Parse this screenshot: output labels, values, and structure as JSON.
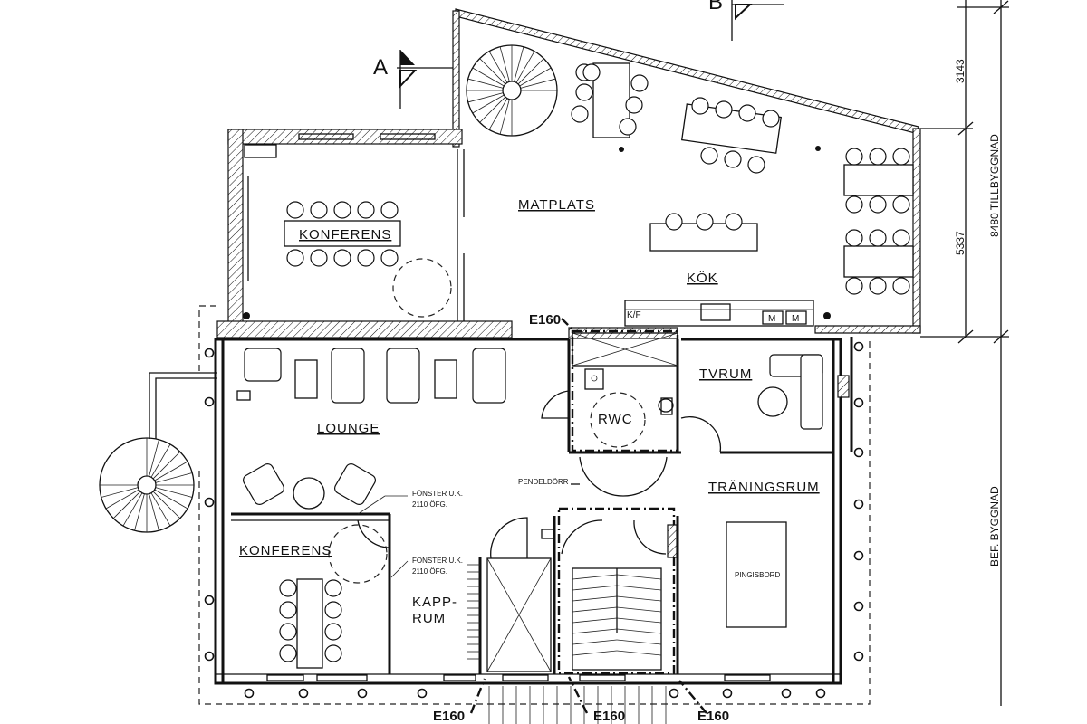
{
  "rooms": {
    "matplats": "MATPLATS",
    "konferens_top": "KONFERENS",
    "kok": "KÖK",
    "lounge": "LOUNGE",
    "rwc": "RWC",
    "tvrum": "TVRUM",
    "traningsrum": "TRÄNINGSRUM",
    "konferens_bottom": "KONFERENS",
    "kapp_line1": "KAPP-",
    "kapp_line2": "RUM",
    "pingisbord": "PINGISBORD"
  },
  "annotations": {
    "pendeldorr": "PENDELDÖRR",
    "fonster1_line1": "FÖNSTER U.K.",
    "fonster1_line2": "2110 ÖFG.",
    "fonster2_line1": "FÖNSTER U.K.",
    "fonster2_line2": "2110 ÖFG.",
    "kf": "K/F",
    "m1": "M",
    "m2": "M"
  },
  "fire_ratings": {
    "top": "E160",
    "bottom_left": "E160",
    "bottom_mid": "E160",
    "bottom_right": "E160"
  },
  "section_markers": {
    "a": "A",
    "b": "B"
  },
  "dimensions": {
    "d1": "3143",
    "d2": "5337",
    "total": "8480 TILLBYGGNAD",
    "existing": "BEF. BYGGNAD"
  }
}
